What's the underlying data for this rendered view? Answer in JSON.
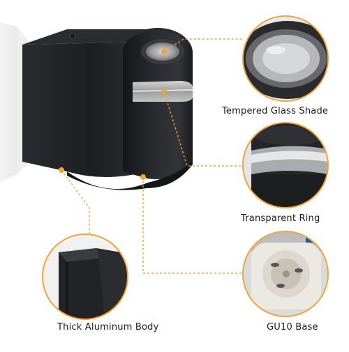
{
  "callouts": {
    "glass": {
      "label": "Tempered Glass Shade"
    },
    "ring": {
      "label": "Transparent Ring"
    },
    "body": {
      "label": "Thick Aluminum Body"
    },
    "base": {
      "label": "GU10 Base"
    }
  },
  "colors": {
    "accent_orange": "#f2a43a",
    "lamp_body": "#1f2022",
    "background": "#ffffff"
  }
}
